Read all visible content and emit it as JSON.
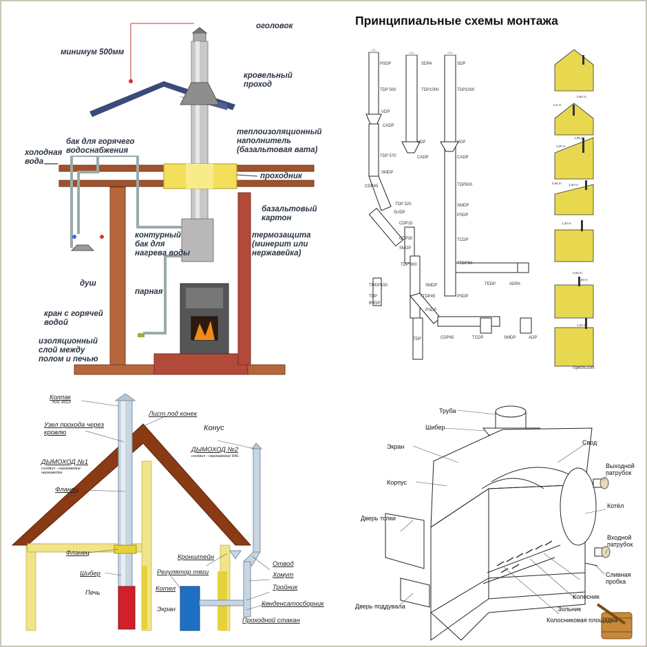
{
  "panel1": {
    "labels": {
      "cap": "оголовок",
      "min_height": "минимум 500мм",
      "roof_pass": "кровельный проход",
      "insulation": "теплоизоляционный наполнитель (базальтовая вата)",
      "ceiling_pass": "проходник",
      "basalt_board": "базальтовый картон",
      "heat_shield": "термозащита (минерит или нержавейка)",
      "cold_water": "холодная вода",
      "hot_tank": "бак для горячего водоснабжения",
      "contour_tank": "контурный бак для нагрева воды",
      "shower": "душ",
      "steam_room": "парная",
      "hot_tap": "кран с горячей водой",
      "floor_insul": "изоляционный слой между полом и печью"
    }
  },
  "panel2": {
    "title": "Принципиальные схемы монтажа",
    "codes": [
      "PSDP",
      "TDP 500",
      "VDP",
      "CADP",
      "TDP 570",
      "SMDP",
      "CDP45",
      "TDP 320",
      "SUDP",
      "CDP15",
      "CDP30",
      "SMDP",
      "TDP 300",
      "TMDP150",
      "TDP",
      "BVDP",
      "TTDP45",
      "PSDP",
      "SMDP",
      "TDP",
      "SDPA",
      "TDP1000",
      "VDP",
      "CADP",
      "SDP",
      "TDP1000",
      "VDP",
      "CADP",
      "TDP500",
      "SMDP",
      "PSDP",
      "TCDP",
      "TTDP50",
      "TEDP",
      "ADPA",
      "PSDP",
      "CDP45",
      "TCDP",
      "SMDP",
      "ADP"
    ],
    "credit": "©pechi.com",
    "dims": [
      "0,60 m",
      "2,2 m",
      "1,20 m",
      "1,05 m",
      "0,60 m",
      "1,00 m",
      "1,20 m",
      "0,50 m",
      "0,50 m",
      "1,20 m"
    ]
  },
  "panel3": {
    "labels": {
      "cap": "Колпак",
      "cap_sub": "RAL 8019",
      "ridge_sheet": "Лист под конек",
      "roof_node": "Узел прохода через кровлю",
      "chimney1": "ДЫМОХОД №1",
      "chimney1_sub": "сэндвич - нержавейка/ нержавейка",
      "flange1": "Фланец",
      "flange2": "Фланец",
      "damper": "Шибер",
      "stove": "Печь",
      "screen": "Экран",
      "boiler": "Котел",
      "regulator": "Регулятор тяги",
      "bracket": "Кронштейн",
      "cone": "Конус",
      "chimney2": "ДЫМОХОД №2",
      "chimney2_sub": "сэндвич - нержавейка/ RAL",
      "elbow": "Отвод",
      "clamp": "Хомут",
      "tee": "Тройник",
      "condensate": "Конденсатосборник",
      "drain": "Проходной стакан"
    }
  },
  "panel4": {
    "labels": {
      "pipe": "Труба",
      "damper": "Шибер",
      "screen": "Экран",
      "vault": "Свод",
      "body": "Корпус",
      "outlet": "Выходной патрубок",
      "boiler": "Котёл",
      "firebox_door": "Дверь топки",
      "inlet": "Входной патрубок",
      "drain_plug": "Сливная пробка",
      "grate": "Колосник",
      "ash_door": "Дверь поддувала",
      "ash_pit": "Зольник",
      "grate_area": "Колосниковая площадка"
    }
  },
  "colors": {
    "roof_blue": "#3a4a7a",
    "brick": "#b24a3a",
    "wood": "#a0522d",
    "yellow": "#f2df5c",
    "house_yellow": "#e8d84f",
    "roof_brown": "#8a3a14",
    "stove_red": "#d0202a",
    "boiler_blue": "#1f6fc4"
  },
  "icons": [
    "bucket-ladle-icon"
  ]
}
